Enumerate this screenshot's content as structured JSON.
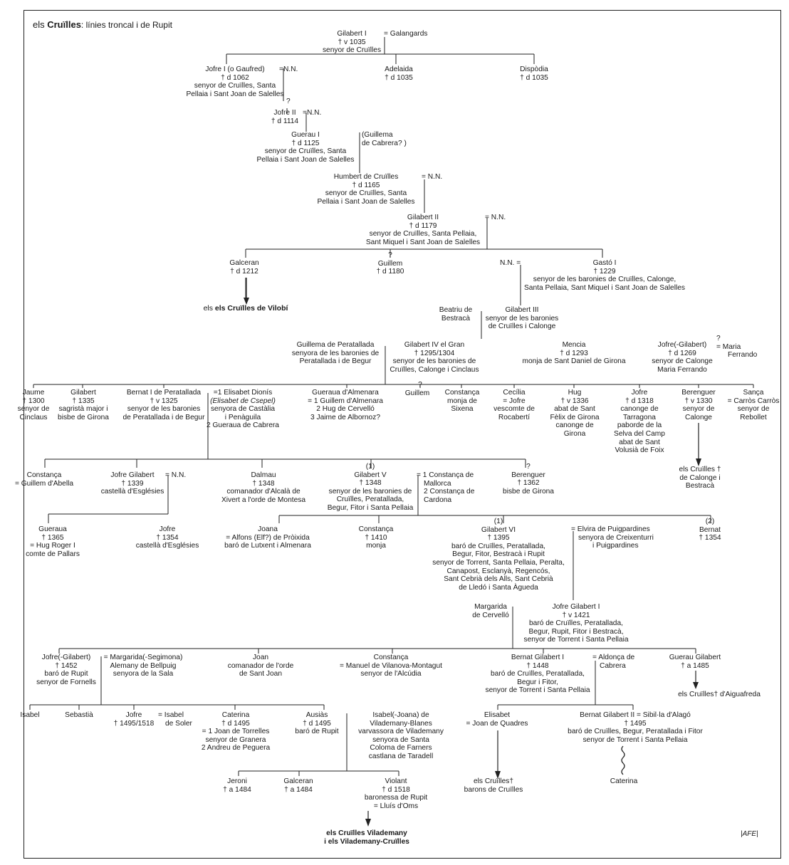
{
  "title": {
    "prefix": "els ",
    "family": "Cruïlles",
    "rest": ": línies troncal i de Rupit"
  },
  "signature": "|AFE|",
  "nodes": {
    "gilabert1": [
      "Gilabert I",
      "† v 1035",
      "senyor de Cruïlles"
    ],
    "galangards": [
      "= Galangards"
    ],
    "jofre1": [
      "Jofre I (o Gaufred)",
      "† d 1062",
      "senyor de Cruïlles, Santa",
      "Pellaia i Sant Joan de Salelles"
    ],
    "nn_j1": [
      "=N.N."
    ],
    "adelaida": [
      "Adelaida",
      "† d 1035"
    ],
    "dispodia": [
      "Dispòdia",
      "† d 1035"
    ],
    "q1": [
      "?"
    ],
    "jofre2": [
      "Jofre II",
      "† d 1114"
    ],
    "nn_j2": [
      "=N.N."
    ],
    "guerau1": [
      "Guerau I",
      "† d 1125",
      "senyor de Cruïlles, Santa",
      "Pellaia i Sant Joan de Salelles"
    ],
    "guillema_c": [
      "(Guillema",
      "de Cabrera? )"
    ],
    "humbert": [
      "Humbert de Cruïlles",
      "† d 1165",
      "senyor de Cruïlles, Santa",
      "Pellaia i Sant Joan de Salelles"
    ],
    "nn_h": [
      "= N.N."
    ],
    "gilabert2": [
      "Gilabert II",
      "† d 1179",
      "senyor de Cruïlles, Santa Pellaia,",
      "Sant Miquel i Sant Joan de Salelles"
    ],
    "nn_g2": [
      "= N.N."
    ],
    "galceran": [
      "Galceran",
      "† d 1212"
    ],
    "guillem1": [
      "?",
      "Guillem",
      "† d 1180"
    ],
    "nn_gasto": [
      "N.N. ="
    ],
    "gasto1": [
      "Gastó I",
      "† 1229",
      "senyor de les baronies de Cruïlles, Calonge,",
      "Santa Pellaia, Sant Miquel i Sant Joan de Salelles"
    ],
    "vilobi": [
      "els Cruïlles de Vilobí"
    ],
    "beatriu": [
      "Beatriu de",
      "Bestracà"
    ],
    "gilabert3": [
      "Gilabert III",
      "senyor de les baronies",
      "de Cruïlles i Calonge"
    ],
    "guillema_p": [
      "Guillema de Peratallada",
      "senyora de les baronies de",
      "Peratallada i de Begur"
    ],
    "gilabert4": [
      "Gilabert IV el Gran",
      "† 1295/1304",
      "senyor de les baronies de",
      "Cruïlles, Calonge i Cinclaus"
    ],
    "mencia": [
      "Mencia",
      "† d 1293",
      "monja de Sant Daniel de Girona"
    ],
    "jofre_g": [
      "Jofre(-Gilabert)",
      "† d 1269",
      "senyor de Calonge",
      "Maria Ferrando"
    ],
    "maria_f": [
      "?",
      "= Maria",
      "Ferrando"
    ],
    "jaume": [
      "Jaume",
      "† 1300",
      "senyor de",
      "Cinclaus"
    ],
    "gilabert_s": [
      "Gilabert",
      "† 1335",
      "sagristà major i",
      "bisbe de Girona"
    ],
    "bernat1": [
      "Bernat I de Peratallada",
      "† v 1325",
      "senyor de les baronies",
      "de Peratallada i de Begur"
    ],
    "elisabet_d": [
      "=1 Elisabet Dionís",
      "(Elisabet de Csepel)",
      "senyora de Castàlia",
      "i Penàguila",
      "2 Gueraua de Cabrera"
    ],
    "gueraua_a": [
      "Gueraua d'Almenara",
      "= 1 Guillem d'Almenara",
      "2 Hug de Cervelló",
      "3 Jaime de Albornoz?"
    ],
    "guillem2": [
      "?",
      "Guillem"
    ],
    "constanca1": [
      "Constança",
      "monja de",
      "Sixena"
    ],
    "cecilia": [
      "Cecília",
      "= Jofre",
      "vescomte de",
      "Rocabertí"
    ],
    "hug": [
      "Hug",
      "† v 1336",
      "abat de Sant",
      "Fèlix de Girona",
      "canonge de",
      "Girona"
    ],
    "jofre_t": [
      "Jofre",
      "† d 1318",
      "canonge de",
      "Tarragona",
      "paborde de la",
      "Selva del Camp",
      "abat de Sant",
      "Volusià de Foix"
    ],
    "berenguer1": [
      "Berenguer",
      "† v 1330",
      "senyor de",
      "Calonge"
    ],
    "sanca": [
      "Sança",
      "= Carròs Carròs",
      "senyor de",
      "Rebollet"
    ],
    "calonge": [
      "els Cruïlles †",
      "de Calonge i",
      "Bestracà"
    ],
    "constanca2": [
      "Constança",
      "= Guillem d'Abella"
    ],
    "jofre_gil1339": [
      "Jofre Gilabert",
      "† 1339",
      "castellà d'Esglésies"
    ],
    "nn_jg": [
      "= N.N."
    ],
    "dalmau": [
      "Dalmau",
      "† 1348",
      "comanador d'Alcalà de",
      "Xivert a l'orde de Montesa"
    ],
    "gilabert5": [
      "(1)",
      "Gilabert V",
      "† 1348",
      "senyor de les baronies de",
      "Cruïlles, Peratallada,",
      "Begur, Fitor i Santa Pellaia"
    ],
    "constanca_m": [
      "= 1 Constança de",
      "Mallorca",
      "2 Constança de",
      "Cardona"
    ],
    "berenguer2": [
      "?",
      "Berenguer",
      "† 1362",
      "bisbe de Girona"
    ],
    "gueraua2": [
      "Gueraua",
      "† 1365",
      "= Hug Roger I",
      "comte de Pallars"
    ],
    "jofre1354": [
      "Jofre",
      "† 1354",
      "castellà d'Esglésies"
    ],
    "joana": [
      "Joana",
      "= Alfons (Elf?) de Pròixida",
      "baró de Lutxent i Almenara"
    ],
    "constanca3": [
      "Constança",
      "† 1410",
      "monja"
    ],
    "gilabert6": [
      "(1)",
      "Gilabert VI",
      "† 1395",
      "baró de Cruïlles, Peratallada,",
      "Begur, Fitor, Bestracà i Rupit",
      "senyor de Torrent, Santa Pellaia, Peralta,",
      "Canapost, Esclanyà, Regencós,",
      "Sant Cebrià dels Alls, Sant Cebrià",
      "de Lledó i Santa Àgueda"
    ],
    "elvira": [
      "= Elvira de Puigpardines",
      "senyora de Creixenturri",
      "i Puigpardines"
    ],
    "bernat_1354": [
      "(2)",
      "Bernat",
      "† 1354"
    ],
    "margarida_c": [
      "Margarida",
      "de Cervelló"
    ],
    "jofre_gil1": [
      "Jofre Gilabert I",
      "† v 1421",
      "baró de Cruïlles, Peratallada,",
      "Begur, Rupit, Fitor i Bestracà,",
      "senyor de Torrent i Santa Pellaia"
    ],
    "jofre_g1452": [
      "Jofre(-Gilabert)",
      "† 1452",
      "baró de Rupit",
      "senyor de Fornells"
    ],
    "margarida_s": [
      "= Margarida(-Segimona)",
      "Alemany de Bellpuig",
      "senyora de la Sala"
    ],
    "joan": [
      "Joan",
      "comanador de l'orde",
      "de Sant Joan"
    ],
    "constanca4": [
      "Constança",
      "= Manuel de Vilanova-Montagut",
      "senyor de l'Alcúdia"
    ],
    "bernat_g1": [
      "Bernat Gilabert I",
      "† 1448",
      "baró de Cruïlles, Peratallada,",
      "Begur i Fitor,",
      "senyor de Torrent i Santa Pellaia"
    ],
    "aldonca": [
      "= Aldonça de",
      "Cabrera"
    ],
    "guerau_g": [
      "Guerau Gilabert",
      "† a 1485"
    ],
    "aiguafreda": [
      "els Cruïlles† d'Aiguafreda"
    ],
    "isabel": [
      "Isabel"
    ],
    "sebastia": [
      "Sebastià"
    ],
    "jofre1495": [
      "Jofre",
      "† 1495/1518"
    ],
    "isabel_s": [
      "= Isabel",
      "de Soler"
    ],
    "caterina1": [
      "Caterina",
      "† d 1495",
      "= 1 Joan de Torrelles",
      "senyor de Granera",
      "2 Andreu de Peguera"
    ],
    "ausias": [
      "Ausiàs",
      "† d 1495",
      "baró de Rupit"
    ],
    "isabel_j": [
      "Isabel(-Joana) de",
      "Vilademany-Blanes",
      "varvassora de Vilademany",
      "senyora de Santa",
      "Coloma de Farners",
      "castlana de Taradell"
    ],
    "elisabet_q": [
      "Elisabet",
      "= Joan de Quadres"
    ],
    "bernat_g2": [
      "Bernat Gilabert II = Sibil·la d'Alagó",
      "† 1495",
      "baró de Cruïlles, Begur, Peratallada i Fitor",
      "senyor de Torrent i Santa Pellaia"
    ],
    "jeroni": [
      "Jeroni",
      "† a 1484"
    ],
    "galceran2": [
      "Galceran",
      "† a 1484"
    ],
    "violant": [
      "Violant",
      "† d 1518",
      "baronessa de Rupit",
      "= Lluís d'Oms"
    ],
    "barons": [
      "els Cruïlles†",
      "barons de Cruïlles"
    ],
    "caterina2": [
      "Caterina"
    ],
    "viladem": [
      "els Cruïlles Vilademany",
      "i els Vilademany-Cruïlles"
    ]
  }
}
